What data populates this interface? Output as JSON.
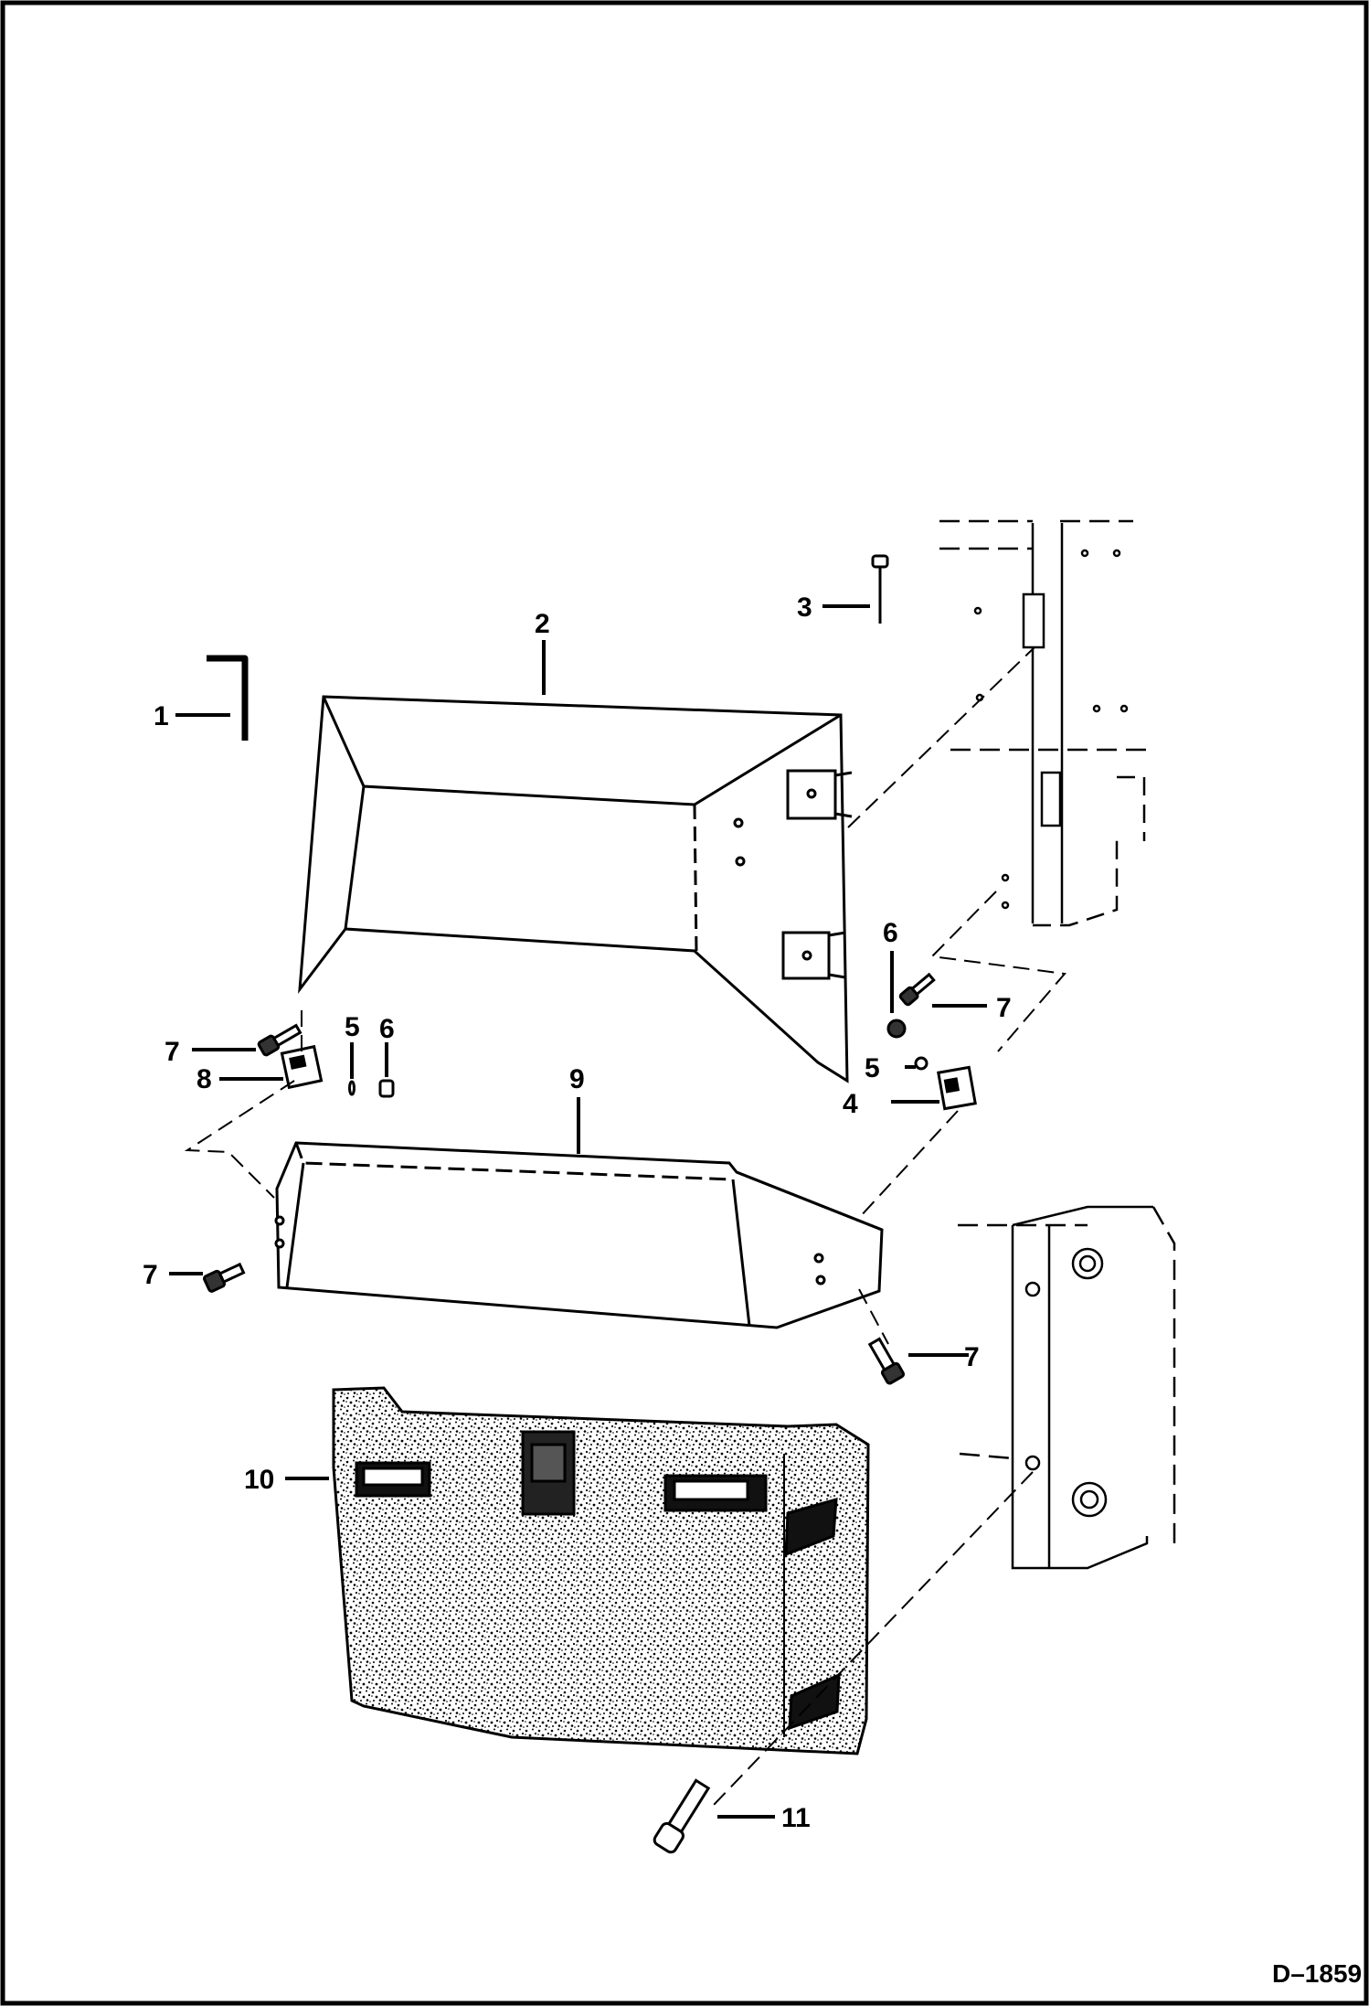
{
  "drawing": {
    "reference_code": "D–1859",
    "callouts": {
      "c1": "1",
      "c2": "2",
      "c3": "3",
      "c4": "4",
      "c5a": "5",
      "c5b": "5",
      "c6a": "6",
      "c6b": "6",
      "c7a": "7",
      "c7b": "7",
      "c7c": "7",
      "c7d": "7",
      "c8": "8",
      "c9": "9",
      "c10": "10",
      "c11": "11"
    }
  }
}
